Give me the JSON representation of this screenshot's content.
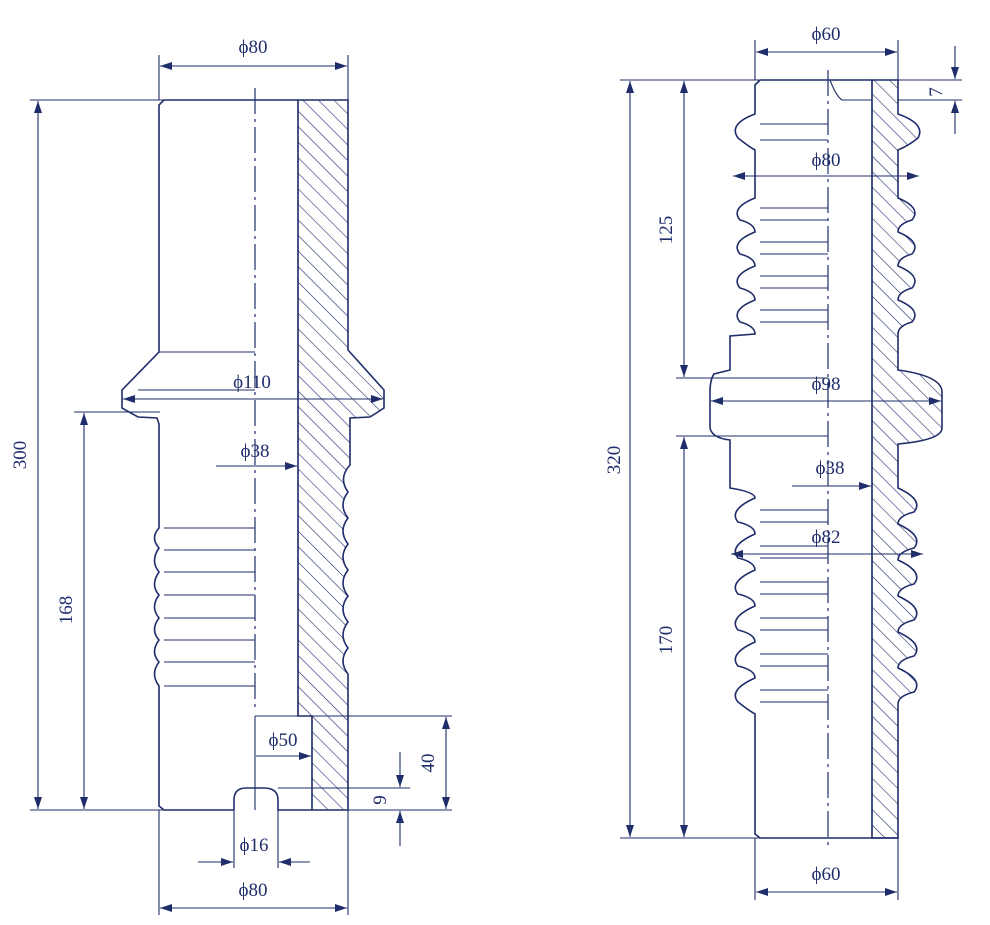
{
  "left_part": {
    "dims": {
      "top_dia": "ϕ80",
      "flange_dia": "ϕ110",
      "bore_dia": "ϕ38",
      "lower_bore_dia": "ϕ50",
      "pin_dia": "ϕ16",
      "bottom_dia": "ϕ80",
      "total_height": "300",
      "lower_height": "168",
      "bore_depth": "40",
      "pin_depth": "9"
    }
  },
  "right_part": {
    "dims": {
      "top_dia": "ϕ60",
      "top_step": "7",
      "upper_shed_dia": "ϕ80",
      "flange_dia": "ϕ98",
      "bore_dia": "ϕ38",
      "lower_shed_dia": "ϕ82",
      "bottom_dia": "ϕ60",
      "total_height": "320",
      "upper_height": "125",
      "lower_height": "170"
    }
  }
}
